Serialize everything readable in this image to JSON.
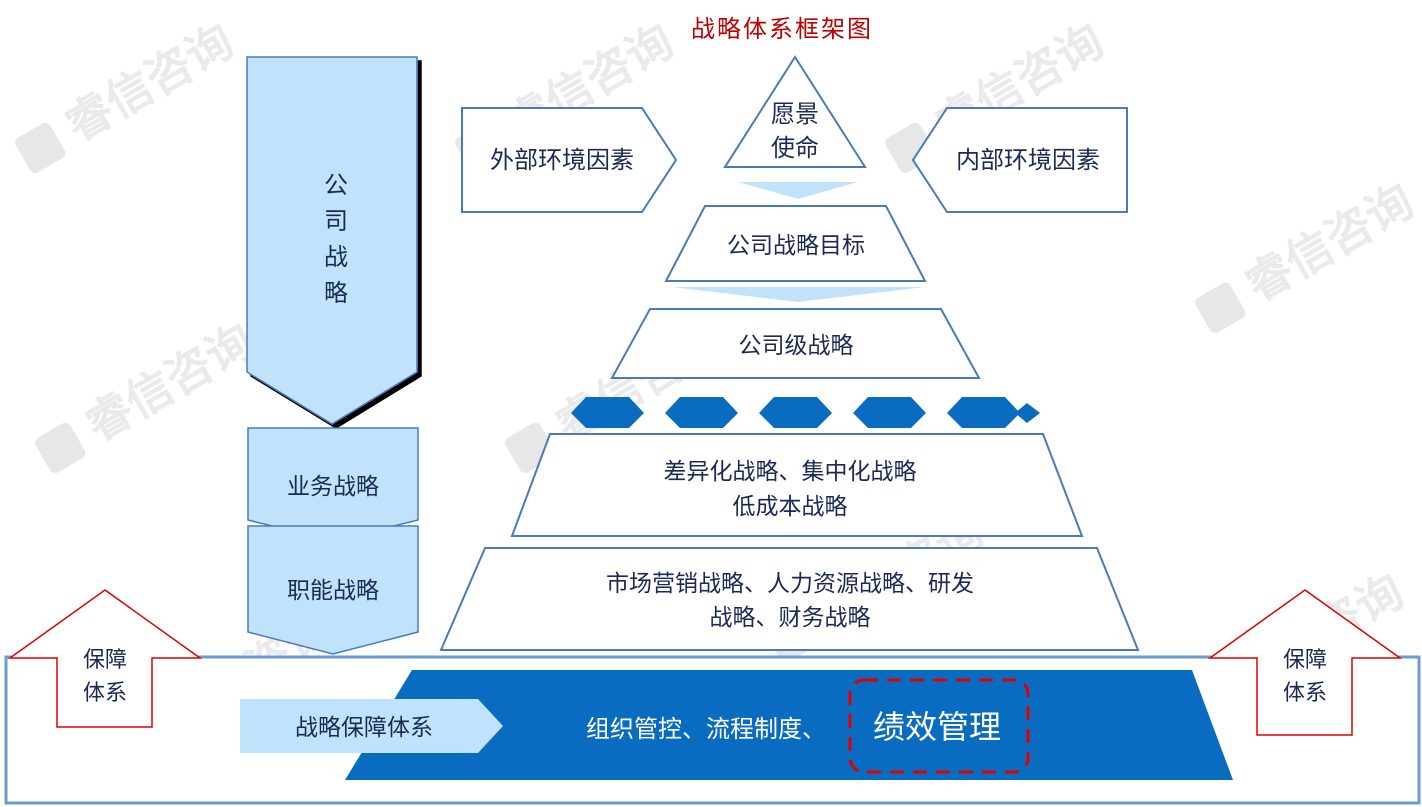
{
  "title": "战略体系框架图",
  "watermark": "睿信咨询",
  "pyramid": {
    "apex": [
      "愿景",
      "使命"
    ],
    "level1": "公司战略目标",
    "level2": "公司级战略",
    "level3": [
      "差异化战略、集中化战略",
      "低成本战略"
    ],
    "level4": [
      "市场营销战略、人力资源战略、研发",
      "战略、财务战略"
    ]
  },
  "external_factor": "外部环境因素",
  "internal_factor": "内部环境因素",
  "left_column": {
    "corporate": [
      "公",
      "司",
      "战",
      "略"
    ],
    "business": "业务战略",
    "functional": "职能战略"
  },
  "support": {
    "label": "战略保障体系",
    "items": "组织管控、流程制度、",
    "highlight": "绩效管理",
    "left_arrow": [
      "保障",
      "体系"
    ],
    "right_arrow": [
      "保障",
      "体系"
    ]
  },
  "colors": {
    "title": "#c00000",
    "text": "#1a2a55",
    "outline": "#4a7ab8",
    "light_fill": "#c0e2fb",
    "dark_blue": "#0a6cc0",
    "red_outline": "#e00000",
    "dashed_red": "#e00000"
  }
}
